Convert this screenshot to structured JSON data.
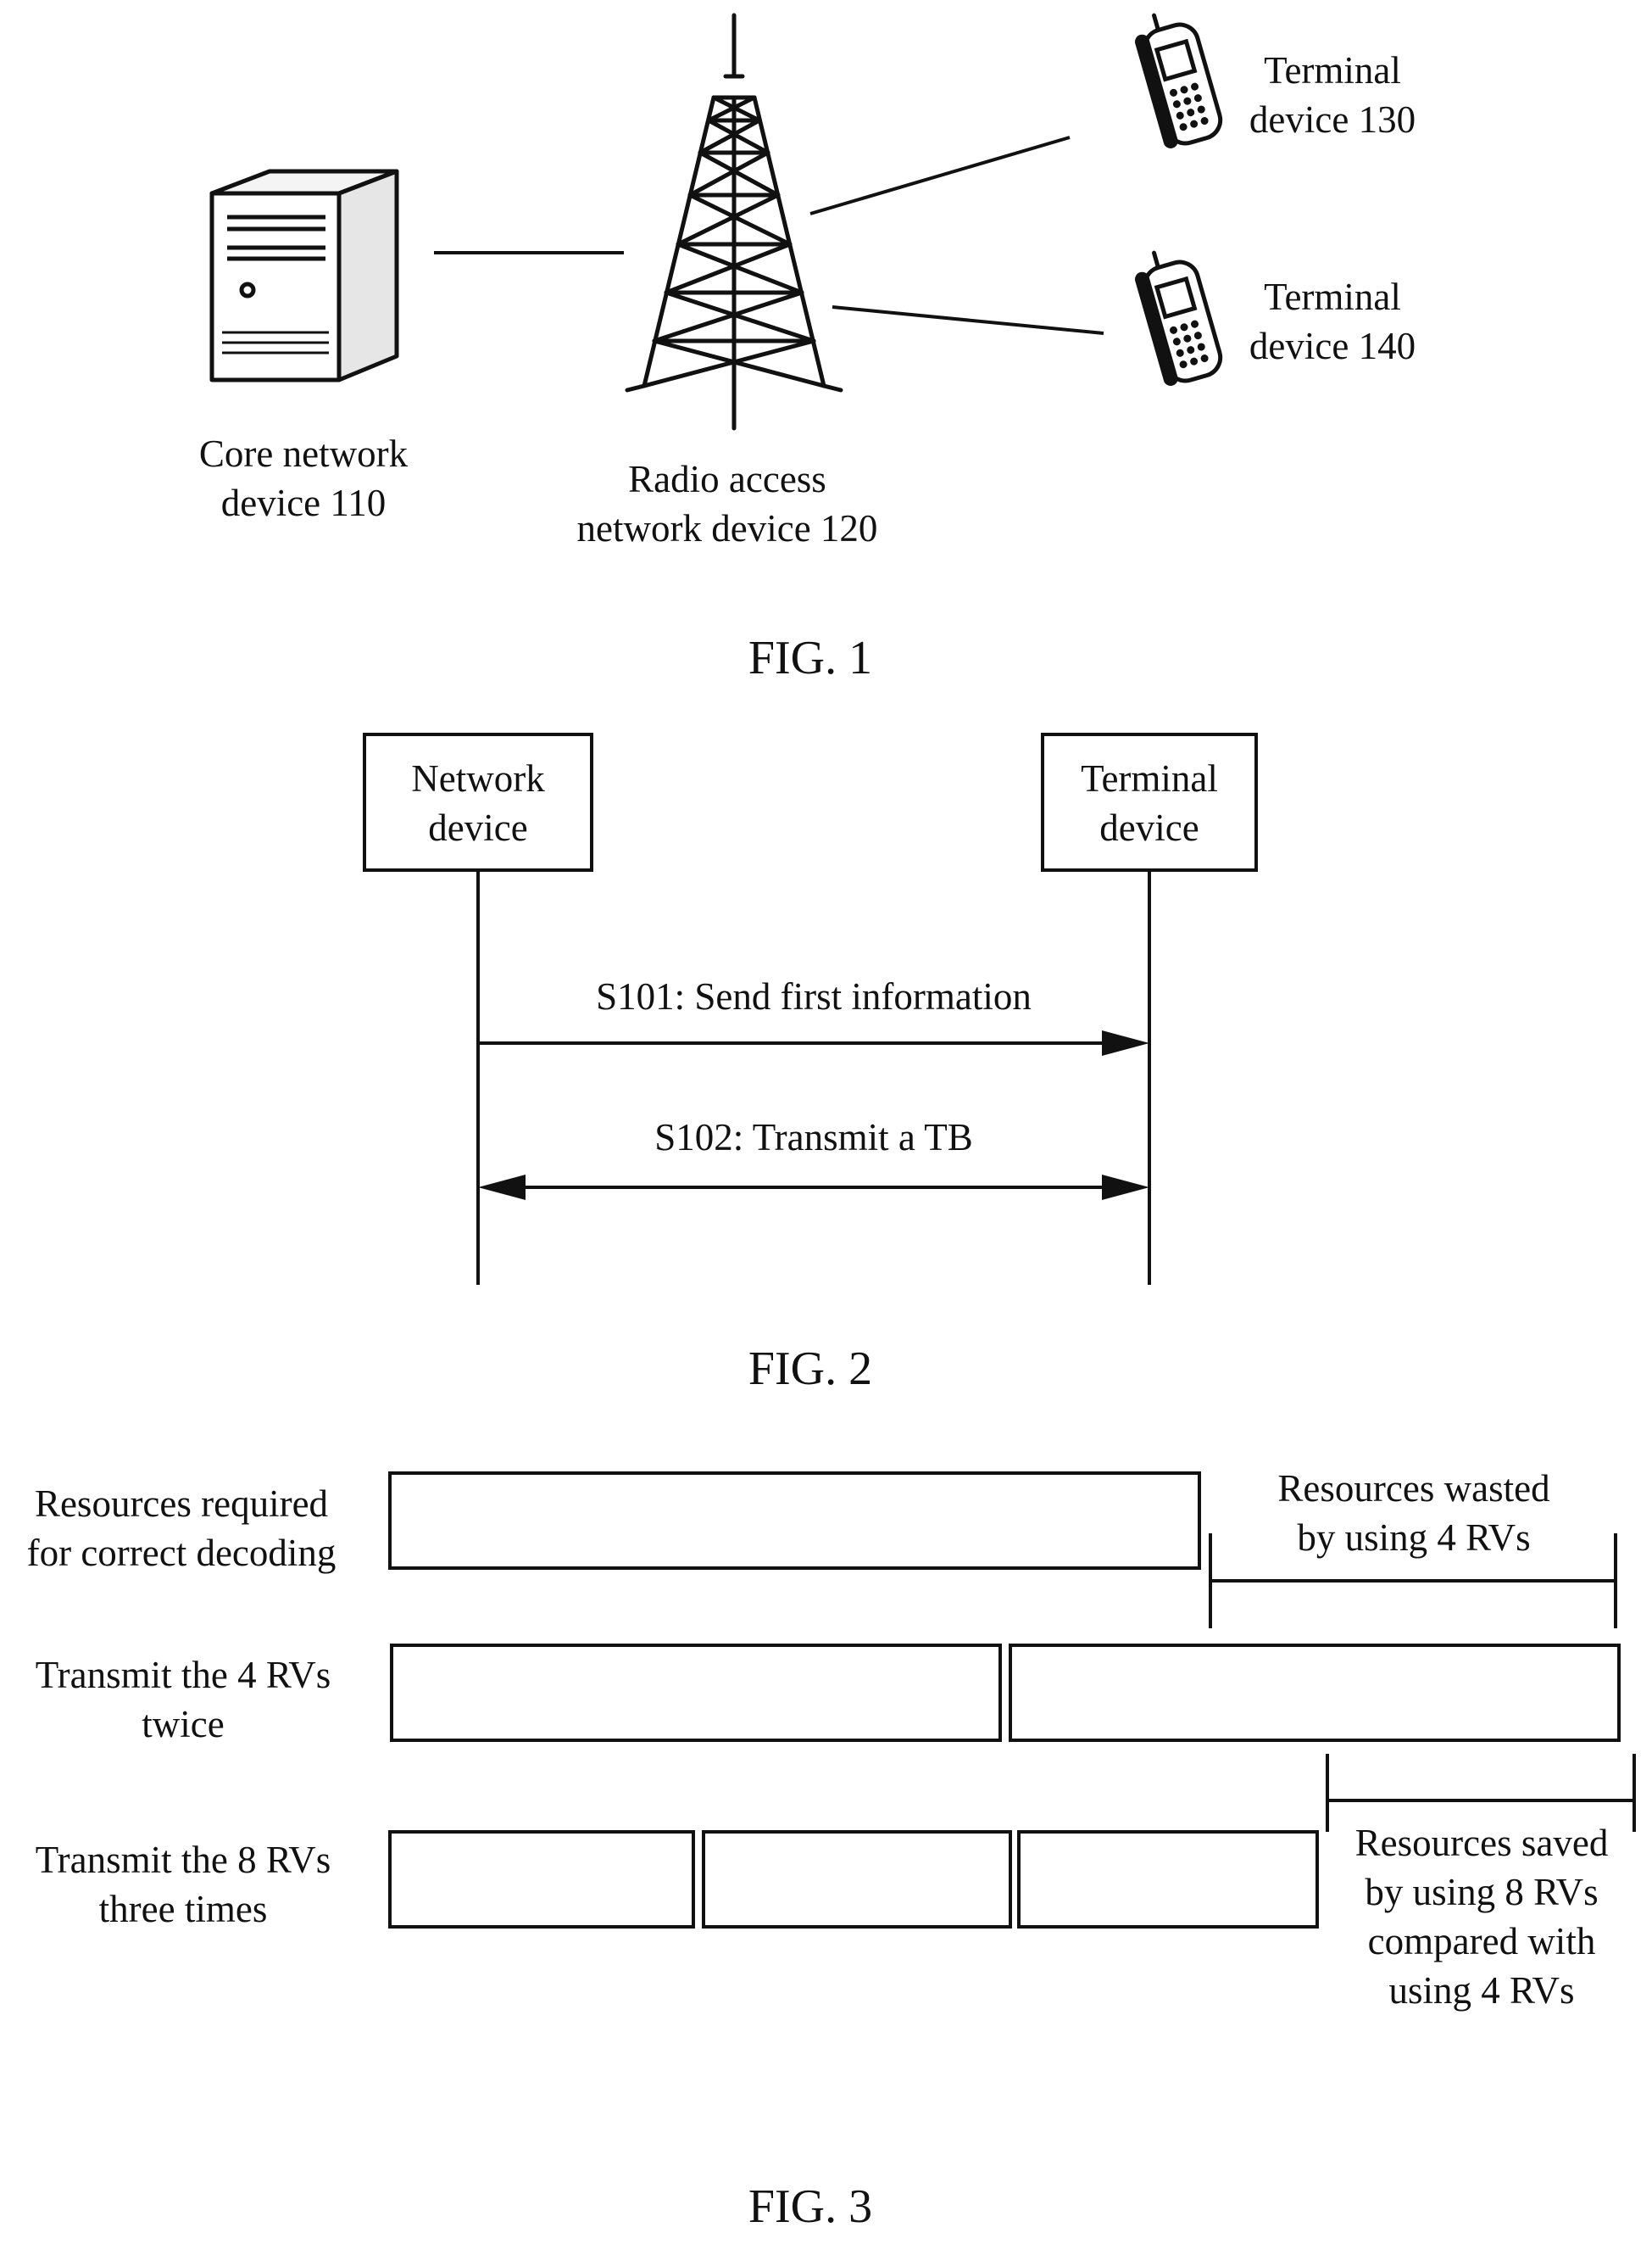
{
  "fig1": {
    "caption": "FIG. 1",
    "core": {
      "line1": "Core network",
      "line2": "device 110",
      "icon": "server-icon"
    },
    "ran": {
      "line1": "Radio access",
      "line2": "network device 120",
      "icon": "radio-tower-icon"
    },
    "terminal130": {
      "line1": "Terminal",
      "line2": "device 130",
      "icon": "mobile-phone-icon"
    },
    "terminal140": {
      "line1": "Terminal",
      "line2": "device 140",
      "icon": "mobile-phone-icon"
    }
  },
  "fig2": {
    "caption": "FIG. 2",
    "network": {
      "line1": "Network",
      "line2": "device"
    },
    "terminal": {
      "line1": "Terminal",
      "line2": "device"
    },
    "step1": "S101: Send first information",
    "step2": "S102: Transmit a TB"
  },
  "fig3": {
    "caption": "FIG. 3",
    "row1": {
      "line1": "Resources required",
      "line2": "for correct decoding"
    },
    "row2": {
      "line1": "Transmit the 4 RVs",
      "line2": "twice"
    },
    "row3": {
      "line1": "Transmit the 8 RVs",
      "line2": "three times"
    },
    "wasted": {
      "line1": "Resources wasted",
      "line2": "by using 4 RVs"
    },
    "saved": {
      "line1": "Resources saved",
      "line2": "by using 8 RVs",
      "line3": "compared with",
      "line4": "using 4 RVs"
    }
  }
}
